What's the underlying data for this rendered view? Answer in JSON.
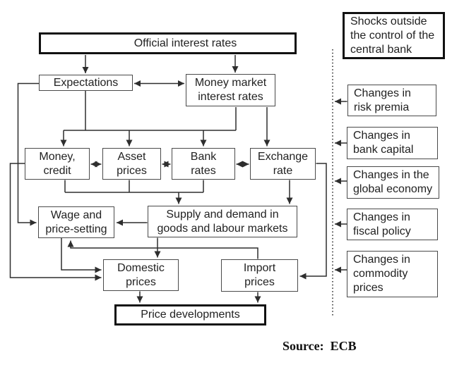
{
  "diagram": {
    "nodes": {
      "official_rates": "Official interest rates",
      "expectations": "Expectations",
      "money_market": "Money market\ninterest rates",
      "money_credit": "Money,\ncredit",
      "asset_prices": "Asset\nprices",
      "bank_rates": "Bank\nrates",
      "exchange_rate": "Exchange\nrate",
      "wage_price_setting": "Wage and\nprice-setting",
      "supply_demand": "Supply and demand in\ngoods and labour markets",
      "domestic_prices": "Domestic\nprices",
      "import_prices": "Import\nprices",
      "price_developments": "Price developments"
    },
    "shocks_panel": {
      "header": "Shocks outside\nthe control of the\ncentral bank",
      "items": [
        {
          "label": "Changes in\nrisk premia"
        },
        {
          "label": "Changes in\nbank capital"
        },
        {
          "label": "Changes in the\nglobal economy"
        },
        {
          "label": "Changes in\nfiscal policy"
        },
        {
          "label": "Changes in\ncommodity\nprices"
        }
      ]
    },
    "source_note": "Source:  ECB",
    "colors": {
      "background": "#ffffff",
      "line": "#2e2e2e",
      "box_border": "#4a4a4a",
      "emphasis_border": "#111111",
      "text": "#222222"
    }
  }
}
